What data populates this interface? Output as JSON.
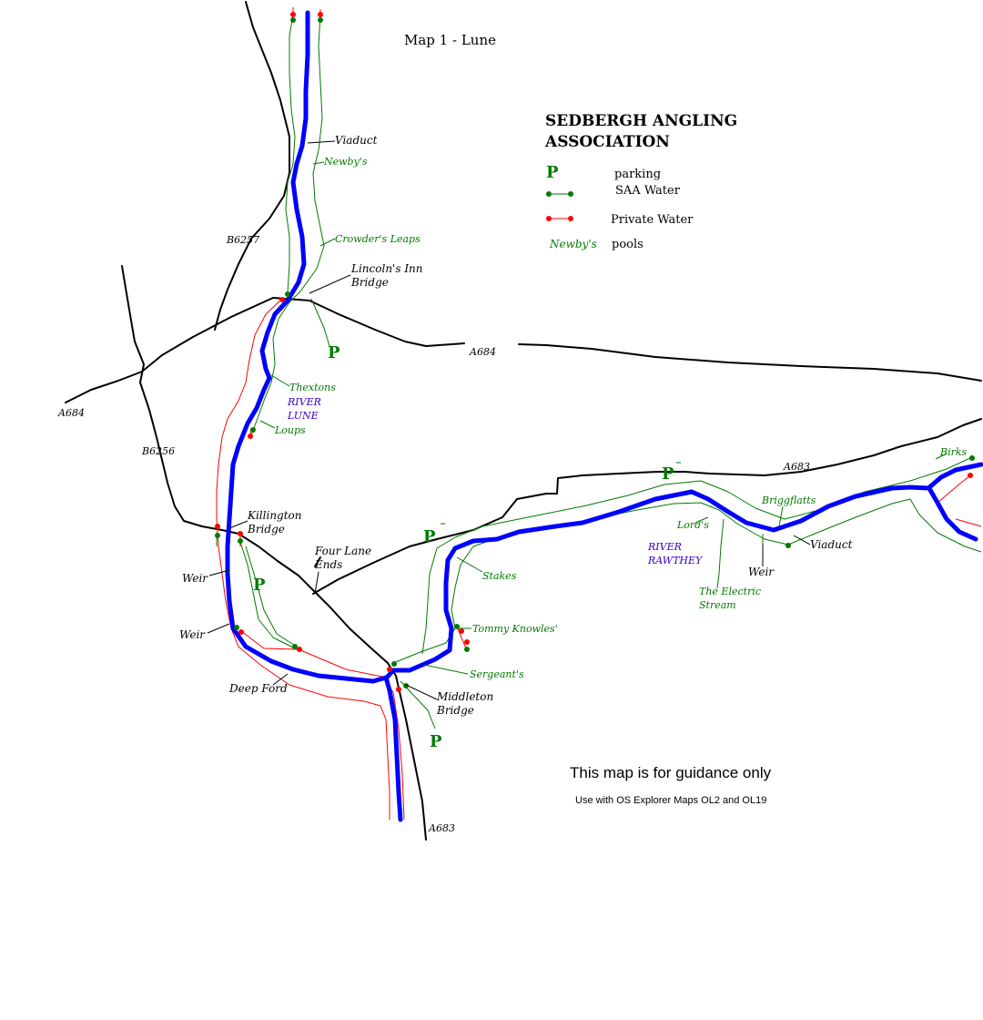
{
  "title": "Map 1 - Lune",
  "club": {
    "line1": "SEDBERGH ANGLING",
    "line2": "ASSOCIATION"
  },
  "legend": {
    "parking_symbol": "P",
    "parking": "parking",
    "saa_water": "SAA Water",
    "private_water": "Private Water",
    "pools_sample": "Newby's",
    "pools": "pools"
  },
  "colors": {
    "river": "#0000ff",
    "road": "#000000",
    "saa_water": "#007a00",
    "private_water": "#ff0000",
    "parking": "#007a00",
    "pool_labels": "#007a00",
    "river_labels": "#3300cc"
  },
  "roads": {
    "b6257": "B6257",
    "a684_east": "A684",
    "a684_west": "A684",
    "b6256": "B6256",
    "a683_north": "A683",
    "a683_south": "A683"
  },
  "places": {
    "viaduct_lune": "Viaduct",
    "lincolns_inn_1": "Lincoln's Inn",
    "lincolns_inn_2": "Bridge",
    "killington_1": "Killington",
    "killington_2": "Bridge",
    "four_lane_1": "Four Lane",
    "four_lane_2": "Ends",
    "weir_1": "Weir",
    "weir_2": "Weir",
    "deep_ford": "Deep Ford",
    "middleton_1": "Middleton",
    "middleton_2": "Bridge",
    "viaduct_rawthey": "Viaduct",
    "weir_rawthey": "Weir"
  },
  "pools": {
    "newbys": "Newby's",
    "crowders": "Crowder's Leaps",
    "thextons": "Thextons",
    "loups": "Loups",
    "stakes": "Stakes",
    "tommy": "Tommy Knowles'",
    "sergeants": "Sergeant's",
    "lords": "Lord's",
    "briggflatts": "Briggflatts",
    "birks": "Birks",
    "electric_1": "The Electric",
    "electric_2": "Stream"
  },
  "rivers": {
    "lune_1": "RIVER",
    "lune_2": "LUNE",
    "rawthey_1": "RIVER",
    "rawthey_2": "RAWTHEY"
  },
  "parking_marker": "P",
  "disclaimer": "This map is for guidance only",
  "explorer_note": "Use with OS Explorer Maps OL2 and OL19"
}
